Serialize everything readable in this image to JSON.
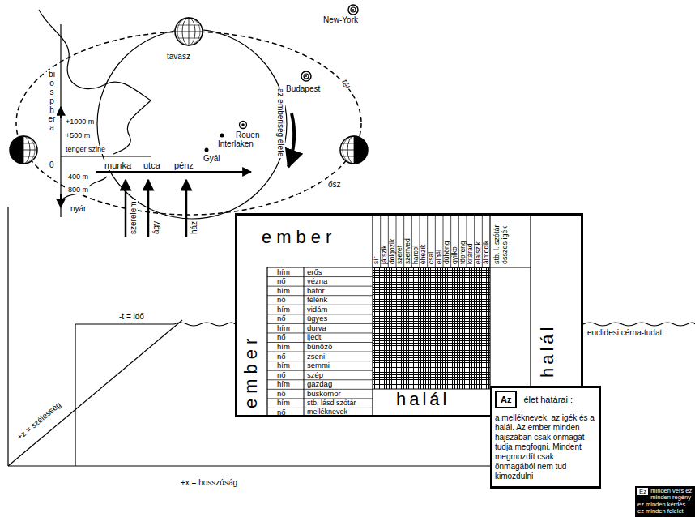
{
  "diagram": {
    "nodes": [
      {
        "text": [
          "ember",
          "ember",
          "halál",
          "halál"
        ]
      },
      {
        "text": [
          "Az",
          "élet határai :",
          "a melléknevek, az igék és a halál. Az ember minden hajszában csak önmagát tudja megfogni. Mindent megmozdít csak önmagából nem tud kimozdulni"
        ]
      },
      {
        "text": [
          "Ez",
          "minden vers ez minden regény ez minden kérdés ez minden felelet"
        ]
      }
    ],
    "labels": [
      "New-York",
      "Budapest",
      "Rouen",
      "Interlaken",
      "Gyál",
      "az emberiség élete",
      "tavasz",
      "tél",
      "ősz",
      "nyár",
      "biosphera",
      "+1000 m",
      "+500 m",
      "tenger szine",
      "0",
      "-400 m",
      "-800 m",
      "munka",
      "utca",
      "pénz",
      "szerelem",
      "ágy",
      "ház",
      "-t = idő",
      "+z = szélesség",
      "+x = hosszúság",
      "euclidesi cérna-tudat",
      "sír",
      "játszik",
      "dolgozik",
      "szeret",
      "szenved",
      "harcol",
      "éhezik",
      "csal",
      "elítél",
      "dühöng",
      "gyilkol",
      "töpreng",
      "kitárad",
      "elalszik",
      "álmodik",
      "stb. l. szótár összes igék",
      "hím",
      "nő",
      "hím",
      "nő",
      "hím",
      "nő",
      "hím",
      "nő",
      "hím",
      "nő",
      "hím",
      "nő",
      "hím",
      "nő",
      "hím",
      "nő",
      "erős",
      "vézna",
      "bátor",
      "félénk",
      "vidám",
      "ügyes",
      "durva",
      "ijedt",
      "bűnöző",
      "zseni",
      "semmi",
      "szép",
      "gazdag",
      "búskomor",
      "stb. lásd szótár melléknevek"
    ]
  }
}
